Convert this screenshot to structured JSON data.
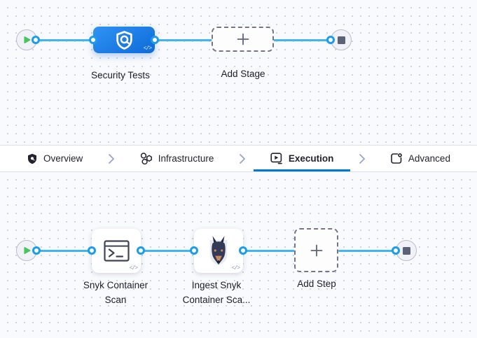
{
  "colors": {
    "accent_underline": "#0278d5",
    "connector_line": "#42b4f0",
    "stage_gradient_start": "#2f93f4",
    "stage_gradient_end": "#0e6ad8",
    "node_green_play": "#47c45d",
    "node_stop_gray": "#5c6178"
  },
  "stage_canvas": {
    "start_node_icon": "play-icon",
    "end_node_icon": "stop-icon",
    "stage_card": {
      "label": "Security Tests",
      "icon": "security-shield-icon",
      "code_badge": "</>"
    },
    "add_stage": {
      "label": "Add Stage",
      "icon": "plus-icon"
    }
  },
  "tab_bar": {
    "separator_icon": "chevron-right-icon",
    "tabs": [
      {
        "label": "Overview",
        "icon": "shield-icon",
        "active": false
      },
      {
        "label": "Infrastructure",
        "icon": "infrastructure-icon",
        "active": false
      },
      {
        "label": "Execution",
        "icon": "execution-play-icon",
        "active": true
      },
      {
        "label": "Advanced",
        "icon": "advanced-settings-icon",
        "active": false
      }
    ]
  },
  "step_canvas": {
    "start_node_icon": "play-icon",
    "end_node_icon": "stop-icon",
    "steps": [
      {
        "label": "Snyk Container Scan",
        "icon": "terminal-icon",
        "code_badge": "</>"
      },
      {
        "label": "Ingest Snyk Container Sca...",
        "icon": "snyk-dog-icon",
        "code_badge": "</>"
      }
    ],
    "add_step": {
      "label": "Add Step",
      "icon": "plus-icon"
    }
  }
}
